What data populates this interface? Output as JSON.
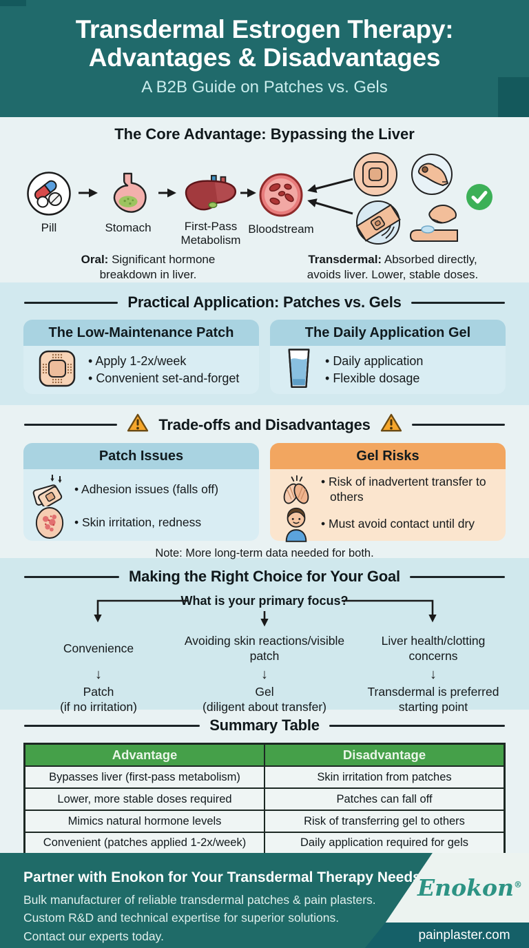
{
  "colors": {
    "header_teal": "#206A6B",
    "header_teal_dark": "#14595C",
    "section_light": "#E9F2F3",
    "section_blue": "#D2E9EF",
    "card_blue_header": "#A9D3E1",
    "card_blue_body": "#D9EDF3",
    "card_orange_header": "#F2A660",
    "card_orange_body": "#FBE5CE",
    "table_header_green": "#45A049",
    "check_green": "#3CB057",
    "warning_orange": "#F5A62B",
    "footer_teal": "#1F6B68",
    "footer_strip_teal": "#156068",
    "brand_teal": "#2D9384"
  },
  "header": {
    "title_line1": "Transdermal Estrogen Therapy:",
    "title_line2": "Advantages & Disadvantages",
    "subtitle": "A B2B Guide on Patches vs. Gels"
  },
  "core": {
    "title": "The Core Advantage: Bypassing the Liver",
    "flow": [
      {
        "label": "Pill",
        "icon": "pill-icon"
      },
      {
        "label": "Stomach",
        "icon": "stomach-icon"
      },
      {
        "label": "First-Pass Metabolism",
        "icon": "liver-icon"
      },
      {
        "label": "Bloodstream",
        "icon": "bloodstream-icon"
      }
    ],
    "transdermal_icons": [
      "patch-round-icon",
      "arm-patch-icon",
      "patch-on-skin-icon",
      "gel-hand-icon",
      "check-icon"
    ],
    "oral_label": "Oral:",
    "oral_text": " Significant hormone breakdown in liver.",
    "transdermal_label": "Transdermal:",
    "transdermal_text": " Absorbed directly, avoids liver. Lower, stable doses."
  },
  "practical": {
    "title": "Practical Application: Patches vs. Gels",
    "cards": [
      {
        "title": "The Low-Maintenance Patch",
        "icon": "bandage-patch-icon",
        "bullets": [
          "Apply 1-2x/week",
          "Convenient set-and-forget"
        ]
      },
      {
        "title": "The Daily Application Gel",
        "icon": "gel-glass-icon",
        "bullets": [
          "Daily application",
          "Flexible dosage"
        ]
      }
    ]
  },
  "tradeoffs": {
    "title": "Trade-offs and Disadvantages",
    "cards": [
      {
        "title": "Patch Issues",
        "items": [
          {
            "icon": "falling-patch-icon",
            "text": "Adhesion issues (falls off)"
          },
          {
            "icon": "skin-irritation-icon",
            "text": "Skin irritation, redness"
          }
        ]
      },
      {
        "title": "Gel Risks",
        "items": [
          {
            "icon": "rubbing-hands-icon",
            "text": "Risk of inadvertent transfer to others"
          },
          {
            "icon": "child-icon",
            "text": "Must avoid contact until dry"
          }
        ]
      }
    ],
    "note": "Note: More long-term data needed for both."
  },
  "choice": {
    "title": "Making the Right Choice for Your Goal",
    "question": "What is your primary focus?",
    "branches": [
      {
        "focus": "Convenience",
        "result": "Patch",
        "result_note": "(if no irritation)"
      },
      {
        "focus": "Avoiding skin reactions/visible patch",
        "result": "Gel",
        "result_note": "(diligent about transfer)"
      },
      {
        "focus": "Liver health/clotting concerns",
        "result": "Transdermal is preferred starting point",
        "result_note": ""
      }
    ]
  },
  "summary": {
    "title": "Summary Table",
    "headers": [
      "Advantage",
      "Disadvantage"
    ],
    "rows": [
      [
        "Bypasses liver (first-pass metabolism)",
        "Skin irritation from patches"
      ],
      [
        "Lower, more stable doses required",
        "Patches can fall off"
      ],
      [
        "Mimics natural hormone levels",
        "Risk of transferring gel to others"
      ],
      [
        "Convenient (patches applied 1-2x/week)",
        "Daily application required for gels"
      ]
    ]
  },
  "footer": {
    "headline": "Partner with Enokon for Your Transdermal Therapy Needs",
    "lines": [
      "Bulk manufacturer of reliable transdermal patches & pain plasters.",
      "Custom R&D and technical expertise for superior solutions.",
      "Contact our experts today."
    ],
    "brand": "Enokon",
    "brand_mark": "®",
    "site": "painplaster.com"
  }
}
